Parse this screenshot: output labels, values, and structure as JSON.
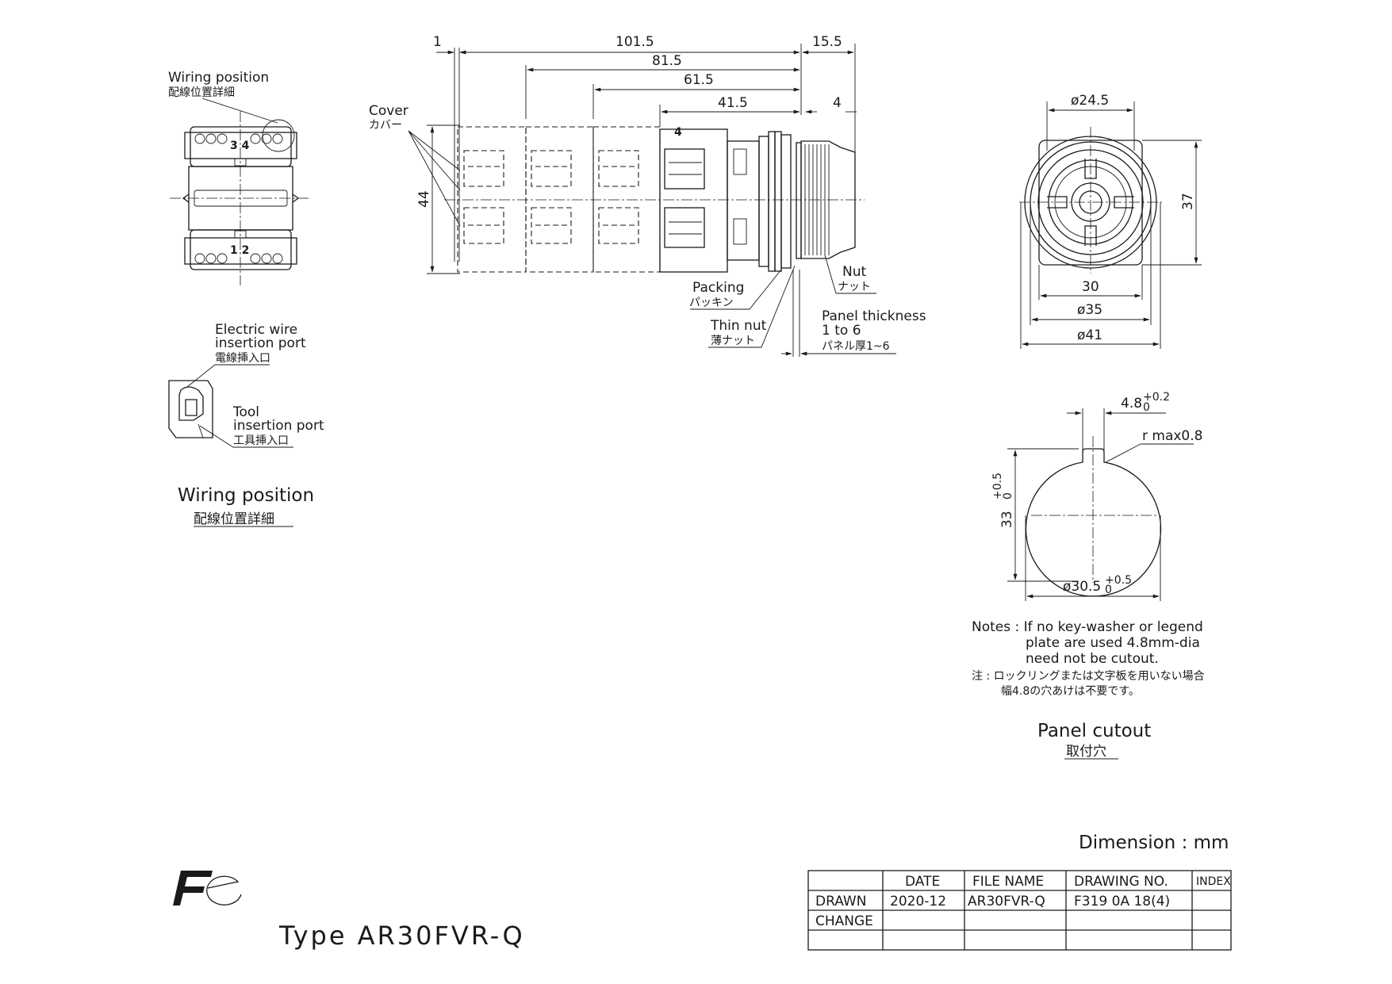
{
  "left_view": {
    "wiring_label_en": "Wiring position",
    "wiring_label_jp": "配線位置詳細",
    "terminal_34": "3 4",
    "terminal_12": "1 2",
    "port_electric_en1": "Electric wire",
    "port_electric_en2": "insertion port",
    "port_electric_jp": "電線挿入口",
    "port_tool_en1": "Tool",
    "port_tool_en2": "insertion port",
    "port_tool_jp": "工具挿入口",
    "title_en": "Wiring position",
    "title_jp": "配線位置詳細"
  },
  "side_view": {
    "dim_1": "1",
    "dim_101_5": "101.5",
    "dim_15_5": "15.5",
    "dim_81_5": "81.5",
    "dim_61_5": "61.5",
    "dim_41_5": "41.5",
    "dim_4": "4",
    "dim_44": "44",
    "block_label": "4",
    "cover_en": "Cover",
    "cover_jp": "カバー",
    "packing_en": "Packing",
    "packing_jp": "パッキン",
    "thin_nut_en": "Thin nut",
    "thin_nut_jp": "薄ナット",
    "nut_en": "Nut",
    "nut_jp": "ナット",
    "panel_en1": "Panel thickness",
    "panel_en2": "1 to 6",
    "panel_jp": "パネル厚1~6"
  },
  "front_view": {
    "dim_24_5": "ø24.5",
    "dim_37": "37",
    "dim_30": "30",
    "dim_35": "ø35",
    "dim_41": "ø41"
  },
  "cutout": {
    "dim_4_8": "4.8",
    "dim_4_8_tol_up": "+0.2",
    "dim_4_8_tol_low": "0",
    "r_max": "r max0.8",
    "dim_33": "33",
    "dim_33_tol_up": "+0.5",
    "dim_33_tol_low": "0",
    "dim_30_5": "ø30.5",
    "dim_30_5_tol_up": "+0.5",
    "dim_30_5_tol_low": "0",
    "notes_1": "Notes : If no key-washer or legend",
    "notes_2": "plate are used 4.8mm-dia",
    "notes_3": "need not be cutout.",
    "notes_jp_1": "注 : ロックリングまたは文字板を用いない場合",
    "notes_jp_2": "幅4.8の穴あけは不要です。",
    "title_en": "Panel cutout",
    "title_jp": "取付穴"
  },
  "title_block": {
    "dimension_unit": "Dimension : mm",
    "type_label": "Type  AR30FVR-Q",
    "logo_text": "Fe",
    "headers": [
      "",
      "DATE",
      "FILE NAME",
      "DRAWING NO.",
      "INDEX"
    ],
    "rows": [
      [
        "DRAWN",
        "2020-12",
        "AR30FVR-Q",
        "F319 0A 18(4)",
        ""
      ],
      [
        "CHANGE",
        "",
        "",
        "",
        ""
      ],
      [
        "",
        "",
        "",
        "",
        ""
      ]
    ]
  }
}
